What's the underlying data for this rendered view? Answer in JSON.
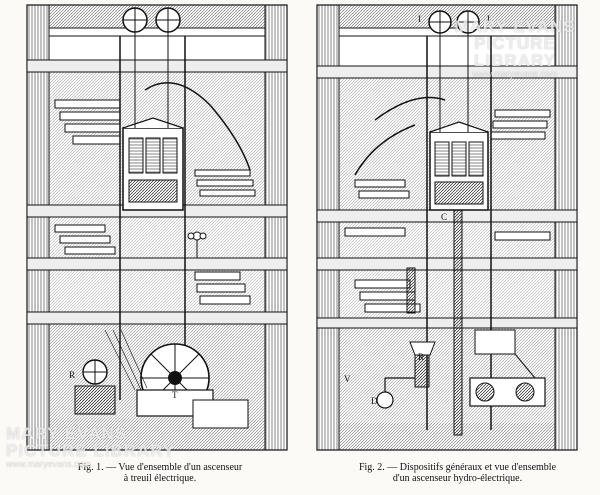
{
  "figure1": {
    "caption_line1": "Fig. 1. — Vue d'ensemble d'un ascenseur",
    "caption_line2": "à treuil électrique.",
    "label_r": "R",
    "label_t": "T"
  },
  "figure2": {
    "caption_line1": "Fig. 2. — Dispositifs généraux et vue d'ensemble",
    "caption_line2": "d'un ascenseur hydro-électrique.",
    "label_i_left": "I",
    "label_i_right": "I",
    "label_c": "C",
    "label_r": "R",
    "label_d": "D",
    "label_v": "V"
  },
  "watermark": {
    "line1": "MARY EVANS",
    "line2": "PICTURE LIBRARY",
    "line3": "www.maryevans.com"
  },
  "colors": {
    "ink": "#111111",
    "paper": "#fbfaf6",
    "shade": "#555555"
  }
}
